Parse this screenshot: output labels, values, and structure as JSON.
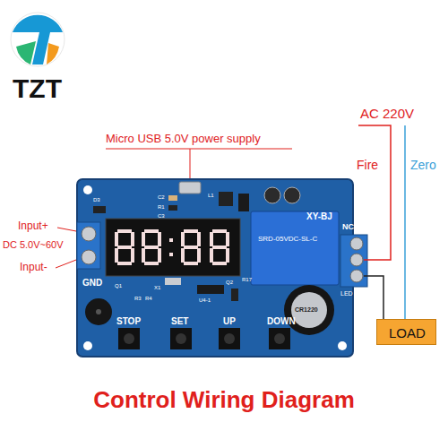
{
  "diagram": {
    "caption": "Control Wiring Diagram",
    "nodes": [
      {
        "text": [
          "LOAD"
        ]
      }
    ],
    "labels": [
      "TZT",
      "Micro USB 5.0V power supply",
      "AC 220V",
      "Fire",
      "Zero",
      "Input+",
      "DC 5.0V~60V",
      "Input-",
      "GND",
      "XY-BJ",
      "NC",
      "STOP",
      "SET",
      "UP",
      "DOWN",
      "LED",
      "SRD-05VDC-SL-C",
      "CR1220",
      "D3",
      "C2",
      "R1",
      "C3",
      "L1",
      "R17",
      "Q1",
      "X1",
      "Q2",
      "U4-1",
      "R3",
      "R4"
    ]
  }
}
